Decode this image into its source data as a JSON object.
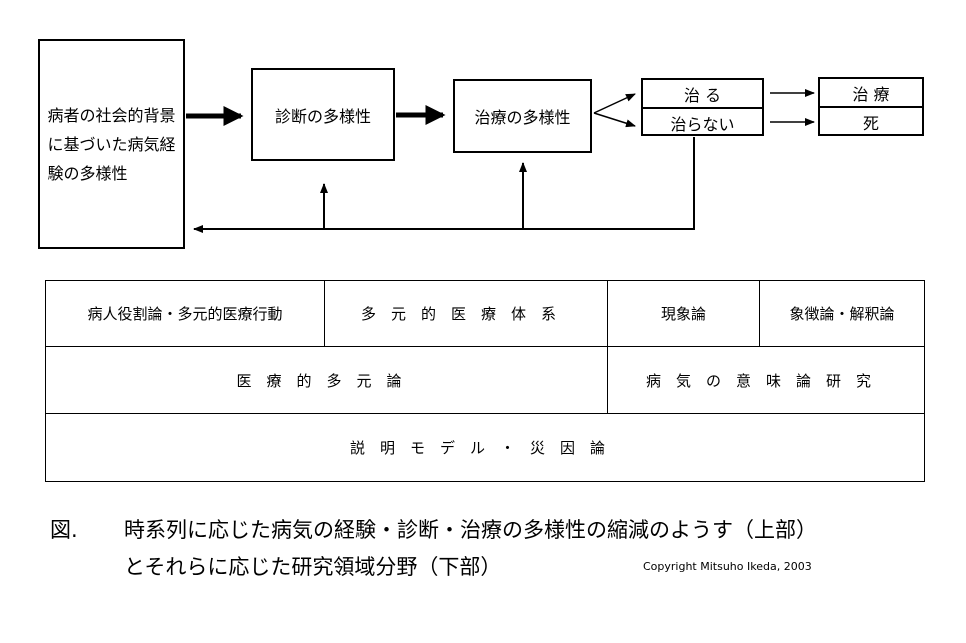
{
  "diagram": {
    "left_box": "病者の社会的背景に基づいた病気経験の多様性",
    "diagnosis_box": "診断の多様性",
    "treatment_box": "治療の多様性",
    "outcome_cured": "治 る",
    "outcome_not_cured": "治らない",
    "result_treatment": "治 療",
    "result_death": "死"
  },
  "table": {
    "row1": [
      "病人役割論・多元的医療行動",
      "多元的医療体系",
      "現象論",
      "象徴論・解釈論"
    ],
    "row2": [
      "医療的多元論",
      "病気の意味論研究"
    ],
    "row3": [
      "説明モデル・災因論"
    ]
  },
  "caption": {
    "label": "図.",
    "line1": "時系列に応じた病気の経験・診断・治療の多様性の縮減のようす（上部）",
    "line2": "とそれらに応じた研究領域分野（下部）"
  },
  "copyright": "Copyright Mitsuho Ikeda, 2003"
}
